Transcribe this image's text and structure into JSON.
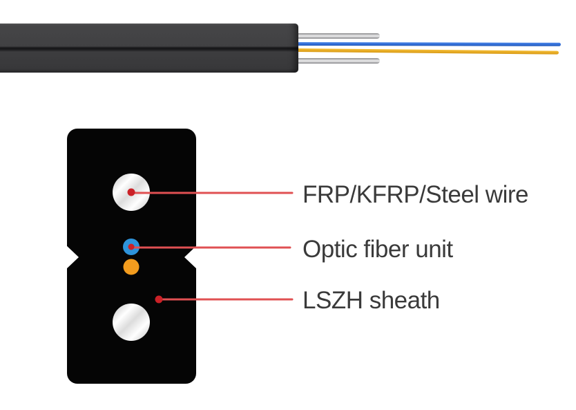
{
  "labels": [
    {
      "text": "FRP/KFRP/Steel wire"
    },
    {
      "text": "Optic fiber unit"
    },
    {
      "text": "LSZH sheath"
    }
  ],
  "colors": {
    "sheath_black": "#050505",
    "leader_line_red": "#e05052",
    "marker_red": "#cb2127",
    "optic_fiber_blue": "#2e93da",
    "fiber_unit_orange": "#f39c1e",
    "cable_jacket_gray": "#3d3d3f",
    "buffer_wire_blue": "#2b66cf",
    "buffer_wire_yellow": "#e2a51f",
    "steel_wire_gray": "#c7c7c9",
    "label_text_gray": "#3a3a3a"
  }
}
